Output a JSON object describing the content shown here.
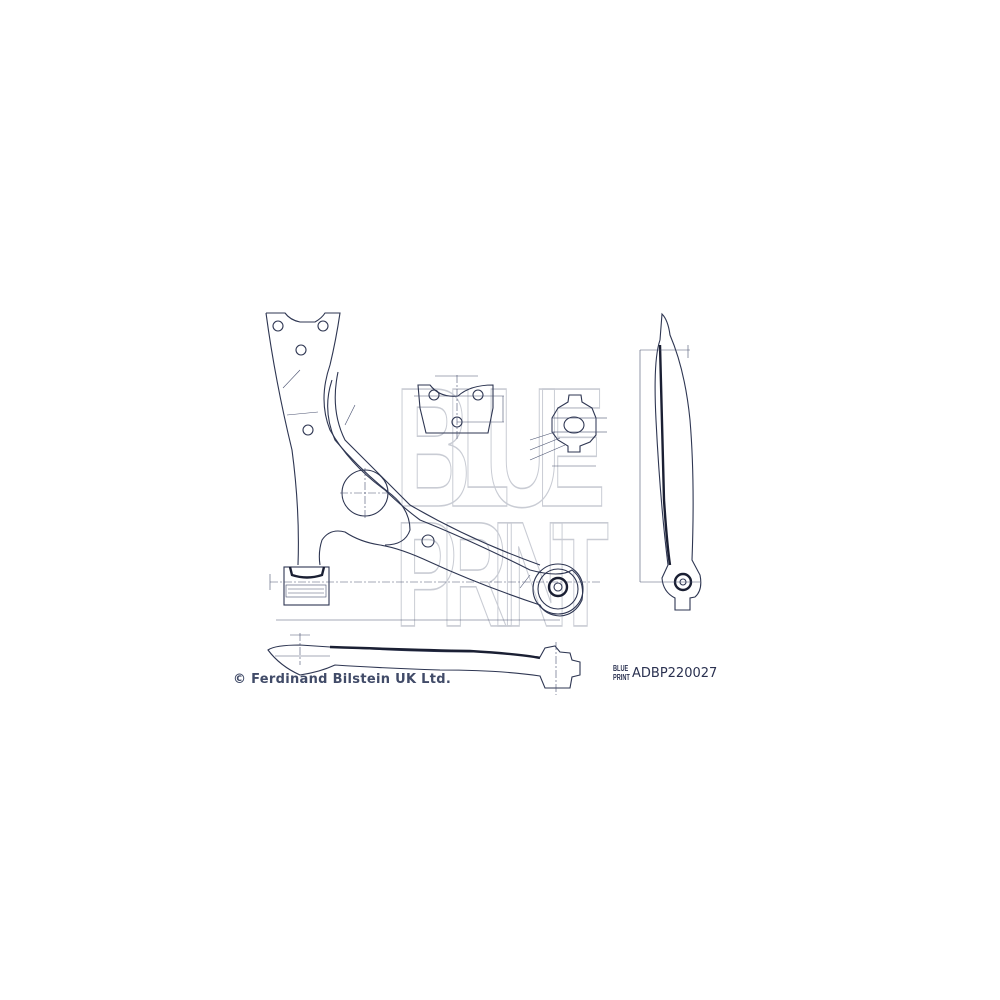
{
  "drawing": {
    "watermark": {
      "line1": "BLUE",
      "line2": "PRINT"
    },
    "copyright": "© Ferdinand Bilstein UK Ltd.",
    "part_number": "ADBP220027",
    "brand_logo": "BLUE PRINT",
    "colors": {
      "line": "#2e3652",
      "watermark": "#c9ccd4",
      "text": "#414b68"
    }
  }
}
